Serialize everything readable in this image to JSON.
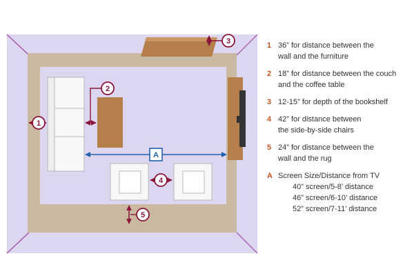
{
  "colors": {
    "room": "#ddd6f0",
    "room_edge": "#a04aa8",
    "rug": "#c9b9a1",
    "floor": "#ddd6f0",
    "furniture": "#f7f7f7",
    "furniture_outline": "#b8b8b8",
    "wood": "#b57f4c",
    "tv": "#333333",
    "callout": "#8a1538",
    "tv_arrow": "#1f5fad",
    "legend_key": "#c8521f",
    "legend_text": "#333333"
  },
  "callouts": {
    "c1": "1",
    "c2": "2",
    "c3": "3",
    "c4": "4",
    "c5": "5",
    "tv_label": "A"
  },
  "legend": [
    {
      "key": "1",
      "lines": [
        "36” for distance between the",
        "wall and the furniture"
      ]
    },
    {
      "key": "2",
      "lines": [
        "18” for distance between the couch",
        "and the coffee table"
      ]
    },
    {
      "key": "3",
      "lines": [
        "12-15” for depth of the bookshelf"
      ]
    },
    {
      "key": "4",
      "lines": [
        "42” for distance between",
        "the side-by-side chairs"
      ]
    },
    {
      "key": "5",
      "lines": [
        "24” for distance between the",
        "wall and the rug"
      ]
    },
    {
      "key": "A",
      "lines": [
        "Screen Size/Distance from TV"
      ],
      "sublines": [
        "40” screen/5-8’ distance",
        "46” screen/6-10’ distance",
        "52” screen/7-11’ distance"
      ]
    }
  ]
}
